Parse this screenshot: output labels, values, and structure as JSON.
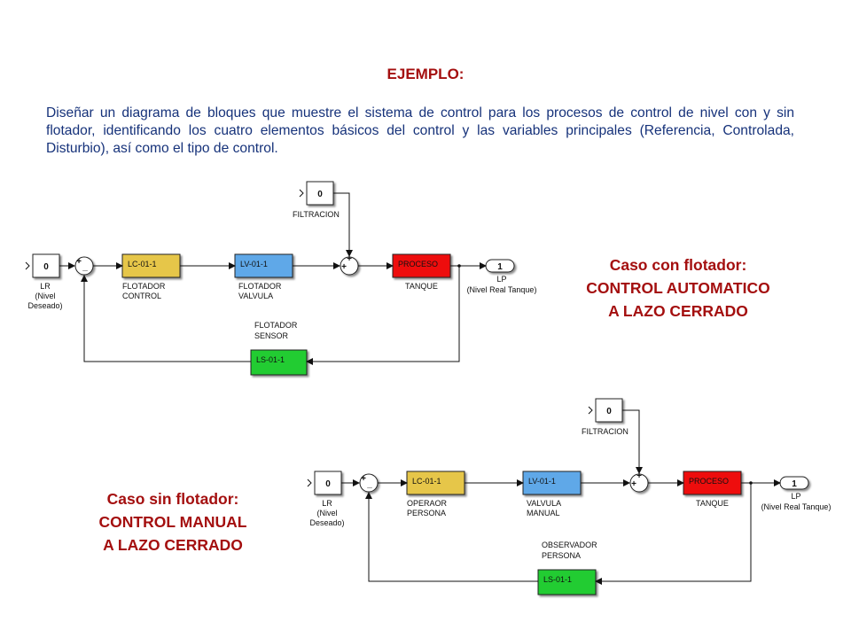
{
  "title": "EJEMPLO:",
  "description": "Diseñar un diagrama de bloques que muestre el sistema de control para los procesos de control de nivel con y sin flotador, identificando los cuatro elementos básicos del control y las variables principales (Referencia, Controlada, Disturbio), así como el tipo de control.",
  "diagram1": {
    "caption": [
      "Caso con flotador:",
      "CONTROL AUTOMATICO",
      "A LAZO CERRADO"
    ],
    "disturbance_value": "0",
    "disturbance_label": "FILTRACION",
    "reference_value": "0",
    "reference_label": [
      "LR",
      "(Nivel",
      "Deseado)"
    ],
    "sum1_signs": [
      "+",
      "_"
    ],
    "controller": {
      "tag": "LC-01-1",
      "label": [
        "FLOTADOR",
        "CONTROL"
      ],
      "color": "#e6c64a"
    },
    "valve": {
      "tag": "LV-01-1",
      "label": [
        "FLOTADOR",
        "VALVULA"
      ],
      "color": "#5fa8e8"
    },
    "sum2_signs": [
      "+",
      "+"
    ],
    "process": {
      "tag": "PROCESO",
      "label": [
        "TANQUE"
      ],
      "color": "#ee1111"
    },
    "output_value": "1",
    "output_label": [
      "LP",
      "(Nivel Real Tanque)"
    ],
    "sensor": {
      "tag": "LS-01-1",
      "label": [
        "FLOTADOR",
        "SENSOR"
      ],
      "color": "#22cc33"
    }
  },
  "diagram2": {
    "caption": [
      "Caso sin flotador:",
      "CONTROL MANUAL",
      "A LAZO CERRADO"
    ],
    "disturbance_value": "0",
    "disturbance_label": "FILTRACION",
    "reference_value": "0",
    "reference_label": [
      "LR",
      "(Nivel",
      "Deseado)"
    ],
    "sum1_signs": [
      "+",
      "_"
    ],
    "controller": {
      "tag": "LC-01-1",
      "label": [
        "OPERAOR",
        "PERSONA"
      ],
      "color": "#e6c64a"
    },
    "valve": {
      "tag": "LV-01-1",
      "label": [
        "VALVULA",
        "MANUAL"
      ],
      "color": "#5fa8e8"
    },
    "sum2_signs": [
      "+",
      "+"
    ],
    "process": {
      "tag": "PROCESO",
      "label": [
        "TANQUE"
      ],
      "color": "#ee1111"
    },
    "output_value": "1",
    "output_label": [
      "LP",
      "(Nivel Real Tanque)"
    ],
    "sensor": {
      "tag": "LS-01-1",
      "label": [
        "OBSERVADOR",
        "PERSONA"
      ],
      "color": "#22cc33"
    }
  }
}
